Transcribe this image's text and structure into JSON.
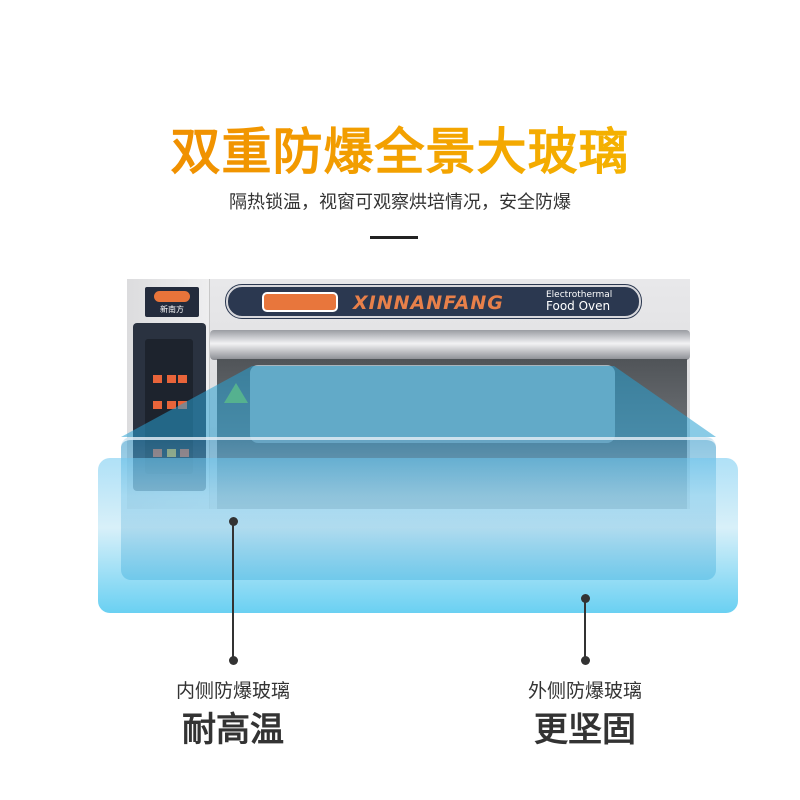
{
  "title": "双重防爆全景大玻璃",
  "subtitle": "隔热锁温，视窗可观察烘培情况，安全防爆",
  "oven": {
    "brand_cn": "新南方",
    "brand": "XINNANFANG",
    "desc_line1": "Electrothermal",
    "desc_line2": "Food Oven"
  },
  "callouts": [
    {
      "label": "内侧防爆玻璃",
      "feature": "耐高温"
    },
    {
      "label": "外侧防爆玻璃",
      "feature": "更坚固"
    }
  ],
  "colors": {
    "title_start": "#ee8300",
    "title_end": "#f6be00",
    "glass": "#6cc8ee"
  }
}
